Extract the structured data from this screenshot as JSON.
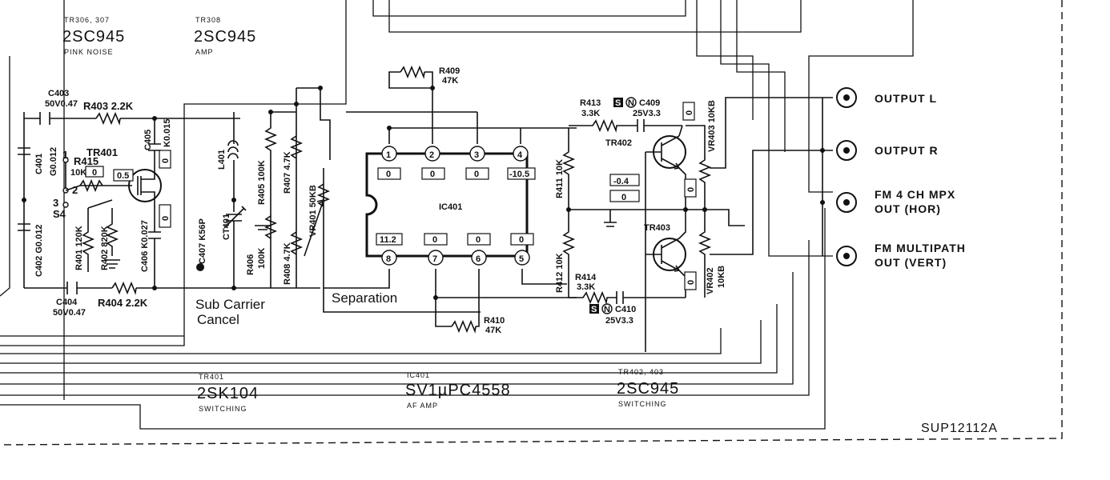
{
  "labels": {
    "tr306_ref": "TR306, 307",
    "tr306_part": "2SC945",
    "tr306_func": "PINK NOISE",
    "tr308_ref": "TR308",
    "tr308_part": "2SC945",
    "tr308_func": "AMP",
    "tr401_ref": "TR401",
    "tr401_part": "2SK104",
    "tr401_func": "SWITCHING",
    "ic401_ref": "IC401",
    "ic401_part": "SV1µPC4558",
    "ic401_func": "AF AMP",
    "tr402_ref": "TR402, 403",
    "tr402_part": "2SC945",
    "tr402_func": "SWITCHING",
    "code": "SUP12112A"
  },
  "components": {
    "c403": "C403",
    "c403_val": "50V0.47",
    "r403": "R403  2.2K",
    "c405": "C405",
    "c405_val": "K0.015",
    "c401": "C401",
    "c401_val": "G0.012",
    "r415": "R415",
    "r415_val": "10K",
    "tr401": "TR401",
    "s4_1": "1",
    "s4_2": "2",
    "s4_3": "3",
    "s4": "S4",
    "c402": "C402  G0.012",
    "r401": "R401  120K",
    "r402": "R402  820K",
    "c406": "C406 K0.027",
    "c404": "C404",
    "c404_val": "50V0.47",
    "r404": "R404  2.2K",
    "l401": "L401",
    "c407": "C407  K56P",
    "ct401": "CT401",
    "r405": "R405  100K",
    "r406": "R406",
    "r406_val": "100K",
    "r407": "R407  4.7K",
    "r408": "R408  4.7K",
    "vr401": "VR401 50KB",
    "sub_carrier": "Sub Carrier",
    "cancel": "Cancel",
    "separation": "Separation",
    "r409": "R409",
    "r409_val": "47K",
    "r410": "R410",
    "r410_val": "47K",
    "ic_label": "IC401",
    "r411": "R411  10K",
    "r412": "R412  10K",
    "r413": "R413",
    "r413_val": "3.3K",
    "c409": "C409",
    "c409_val": "25V3.3",
    "r414": "R414",
    "r414_val": "3.3K",
    "c410": "C410",
    "c410_val": "25V3.3",
    "tr402": "TR402",
    "tr403": "TR403",
    "vr403": "VR403  10KB",
    "vr402": "VR402",
    "vr402_val": "10KB",
    "sn_s": "S",
    "sn_n": "N"
  },
  "pins": [
    "1",
    "2",
    "3",
    "4",
    "8",
    "7",
    "6",
    "5"
  ],
  "voltages": {
    "p1": "0",
    "p2": "0",
    "p3": "0",
    "p4": "-10.5",
    "p8": "11.2",
    "p7": "0",
    "p6": "0",
    "p5": "0",
    "tr401_d": "0.5",
    "tr401_g": "0",
    "tr401_s": "0",
    "tr401_c405": "0",
    "tr402_b": "-0.4",
    "tr402_e": "0",
    "tr402_c": "0",
    "tr403_c": "0",
    "tr403_e": "0"
  },
  "outputs": {
    "out_l": "OUTPUT   L",
    "out_r": "OUTPUT   R",
    "fm4ch_1": "FM   4 CH   MPX",
    "fm4ch_2": "OUT (HOR)",
    "fmmp_1": "FM   MULTIPATH",
    "fmmp_2": "OUT (VERT)"
  }
}
